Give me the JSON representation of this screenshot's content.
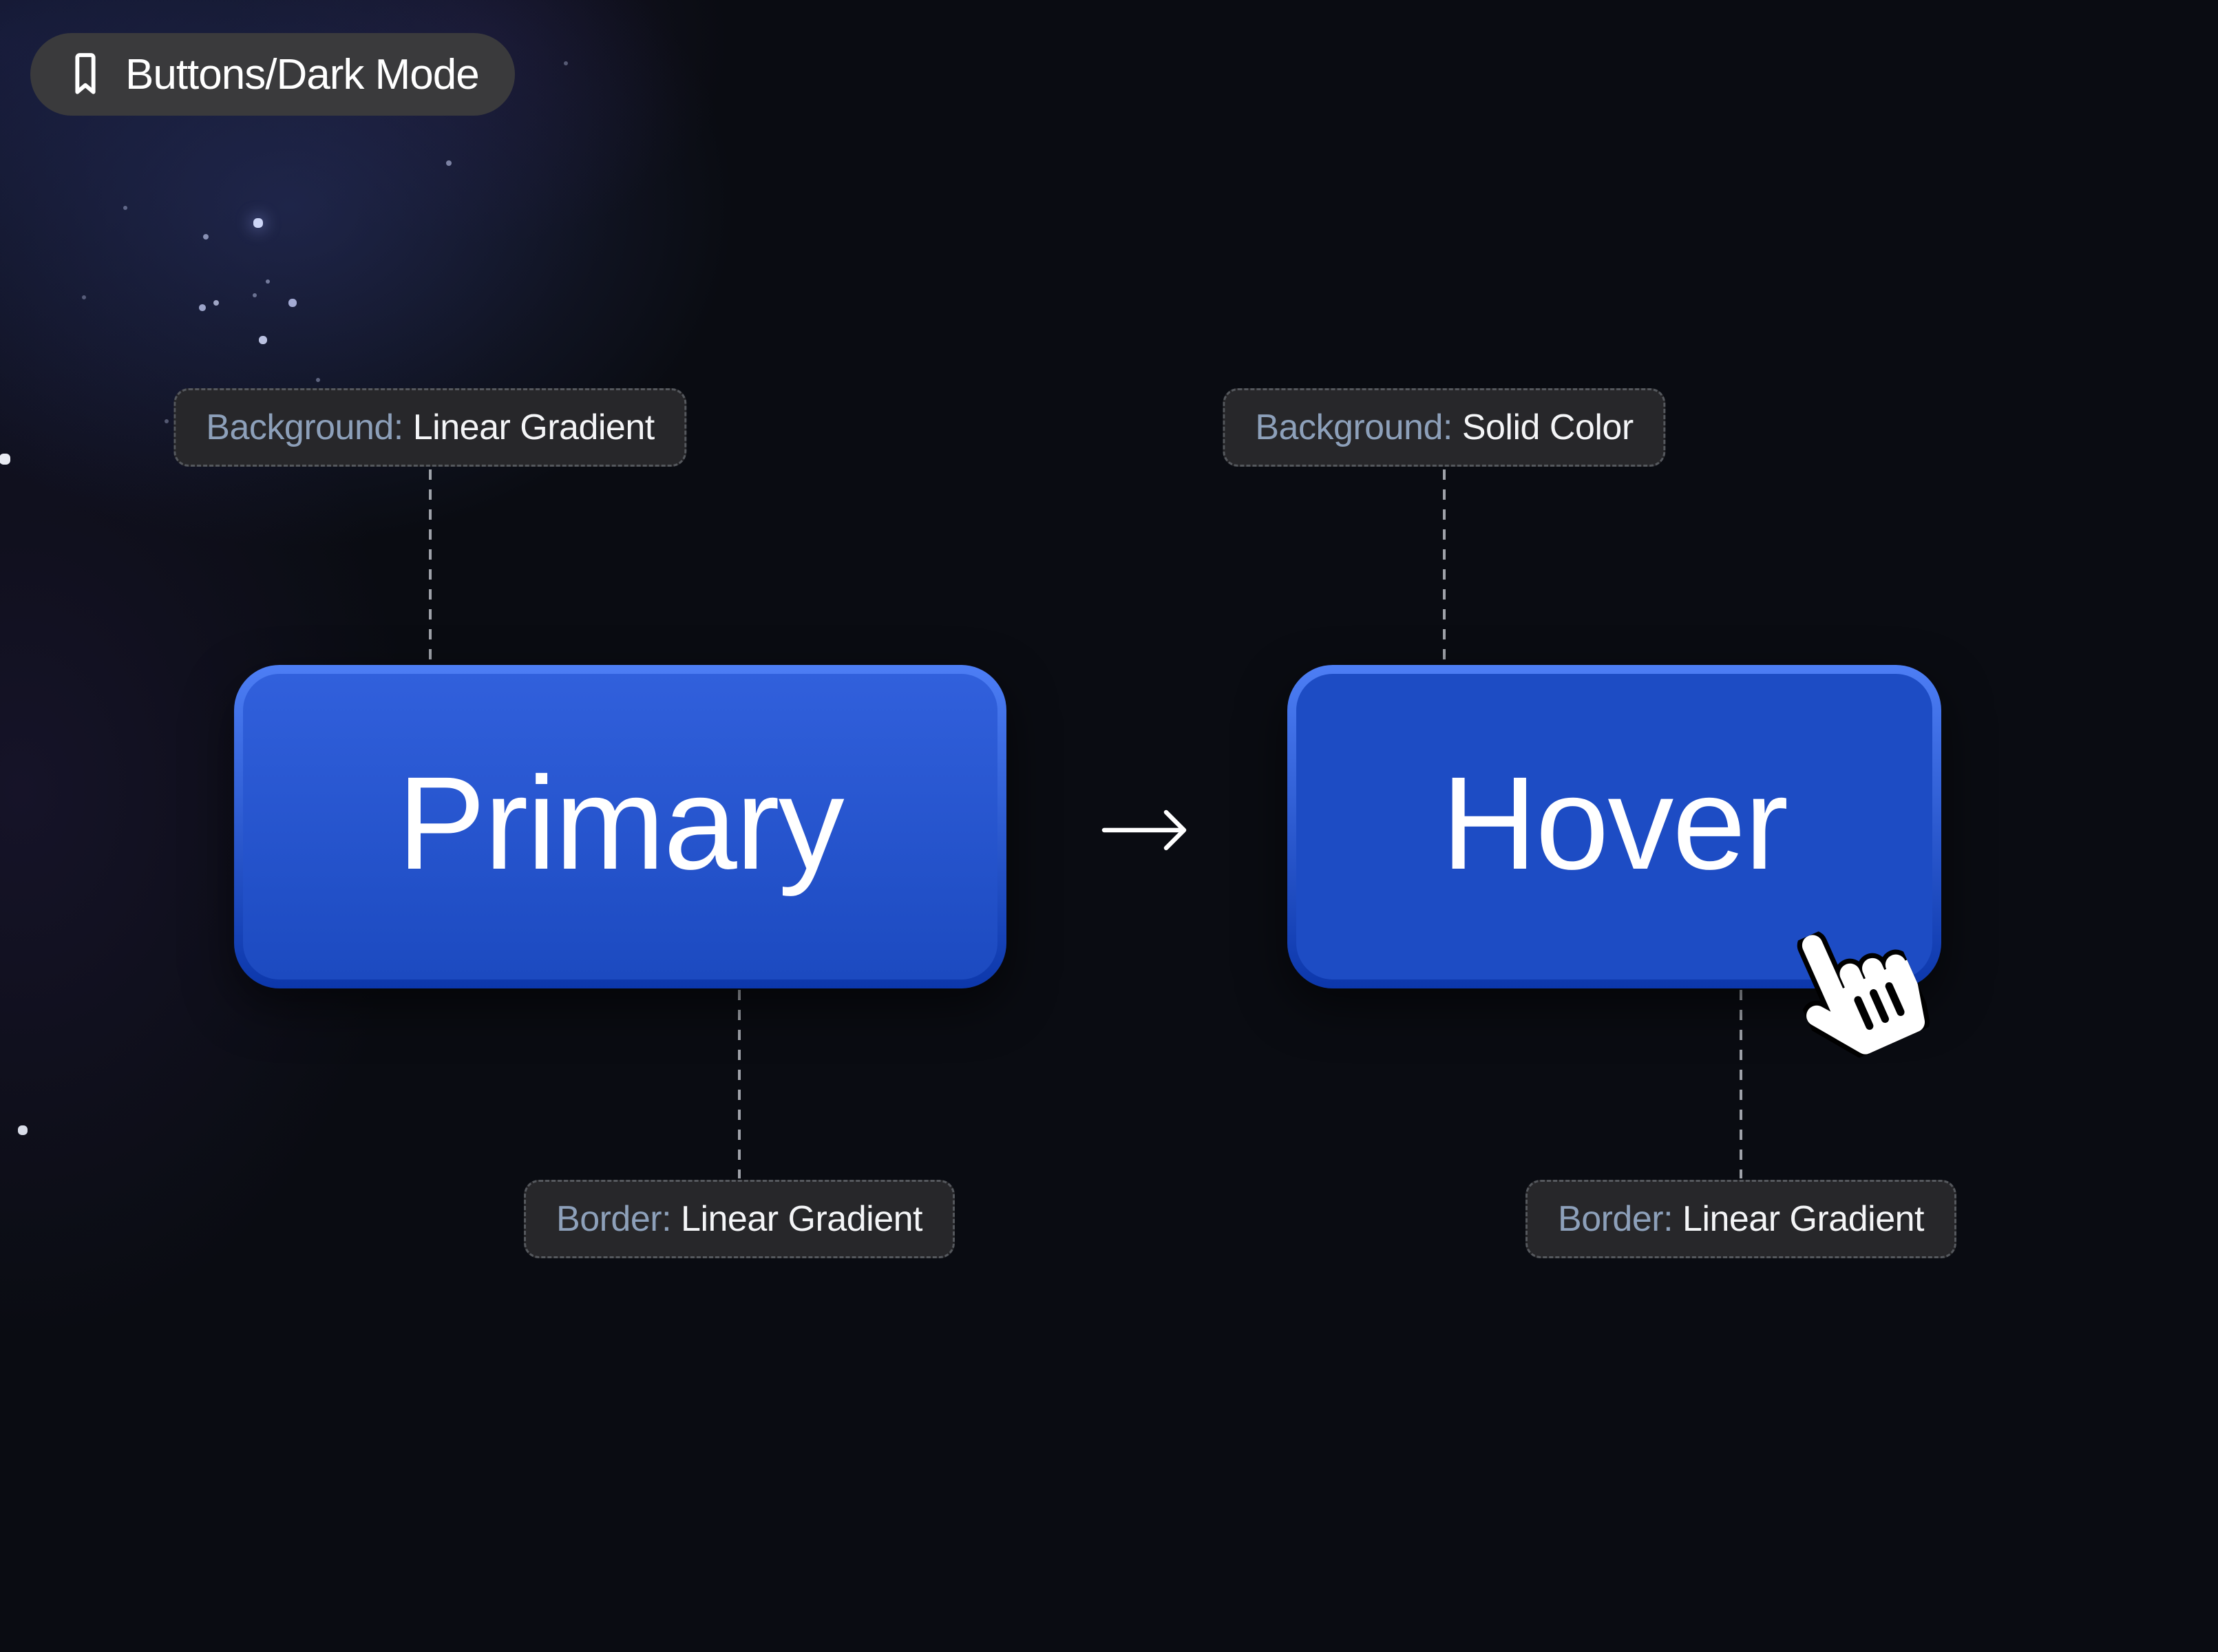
{
  "frame_badge": {
    "label": "Buttons/Dark Mode",
    "icon": "bookmark-icon"
  },
  "columns": [
    {
      "id": "primary",
      "button_label": "Primary",
      "top_annotation": {
        "key": "Background:",
        "value": "Linear Gradient"
      },
      "bottom_annotation": {
        "key": "Border:",
        "value": "Linear Gradient"
      }
    },
    {
      "id": "hover",
      "button_label": "Hover",
      "top_annotation": {
        "key": "Background:",
        "value": "Solid Color"
      },
      "bottom_annotation": {
        "key": "Border:",
        "value": "Linear Gradient"
      }
    }
  ],
  "arrow": {
    "icon": "arrow-right-icon"
  },
  "cursor": {
    "icon": "hand-pointer-icon"
  },
  "colors": {
    "canvas-bg": "#0a0c12",
    "badge-bg": "#3a3a3c",
    "badge-text": "#ffffff",
    "chip-bg": "#27272a",
    "chip-border": "#55585d",
    "chip-key": "#8da0ba",
    "chip-value": "#f4f5f7",
    "connector": "#b9bdc4",
    "button-border-top": "#4d7ef5",
    "button-border-bottom": "#0c37ab",
    "primary-fill-top": "#3160dc",
    "primary-fill-bottom": "#1c4ac0",
    "hover-fill": "#1d4cc4",
    "button-text": "#ffffff",
    "arrow-color": "#ffffff"
  }
}
